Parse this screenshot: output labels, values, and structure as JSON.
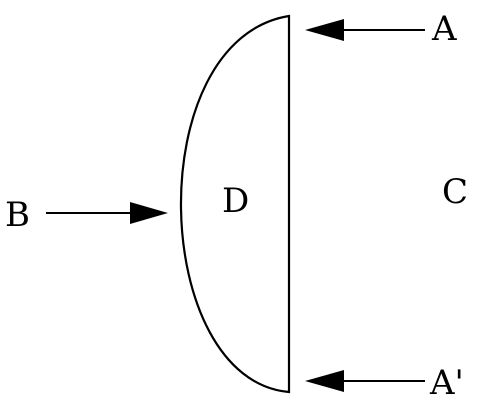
{
  "labels": {
    "A": "A",
    "A_prime": "A'",
    "B": "B",
    "C": "C",
    "D": "D"
  },
  "colors": {
    "ink": "#000000",
    "background": "#ffffff"
  }
}
